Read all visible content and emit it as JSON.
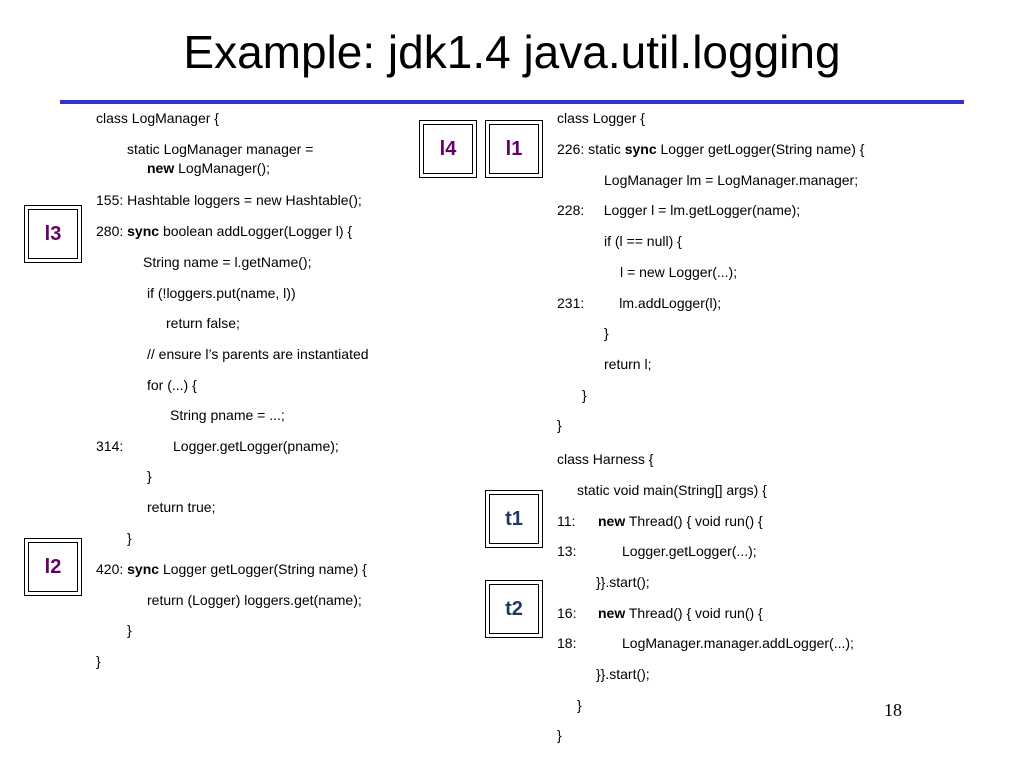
{
  "title": "Example: jdk1.4 java.util.logging",
  "accent_color": "#3333cc",
  "page_number": "18",
  "labels": {
    "l1": "l1",
    "l2": "l2",
    "l3": "l3",
    "l4": "l4",
    "t1": "t1",
    "t2": "t2"
  },
  "left_code": [
    "class LogManager {",
    "static LogManager manager =",
    "LogManager();",
    "155: Hashtable loggers = new Hashtable();",
    " boolean addLogger(Logger l) {",
    "String name = l.getName();",
    "if (!loggers.put(name, l))",
    "return false;",
    "// ensure l’s parents are instantiated",
    "for (...) {",
    "String pname = ...;",
    "Logger.getLogger(pname);",
    "}",
    "return true;",
    "}",
    " Logger getLogger(String name) {",
    "return (Logger) loggers.get(name);",
    "}",
    "}"
  ],
  "left_prefix": {
    "new_kw": "new",
    "line_280": "280: ",
    "sync_kw": "sync",
    "line_314": "314:",
    "line_420": "420: "
  },
  "right_code": [
    "class Logger {",
    "226: static ",
    " Logger getLogger(String name) {",
    "LogManager lm = LogManager.manager;",
    "228:     Logger l = lm.getLogger(name);",
    "if (l == null) {",
    "l = new Logger(...);",
    "231:         lm.addLogger(l);",
    "}",
    "return l;",
    "}",
    "}",
    "class Harness {",
    "static void main(String[] args) {",
    "11:",
    " Thread() { void run() {",
    "13:",
    "Logger.getLogger(...);",
    "}}.start();",
    "16:",
    " Thread() { void run() {",
    "18:",
    "LogManager.manager.addLogger(...);",
    "}}.start();",
    "}",
    "}"
  ],
  "keywords": {
    "sync": "sync",
    "new": "new"
  }
}
